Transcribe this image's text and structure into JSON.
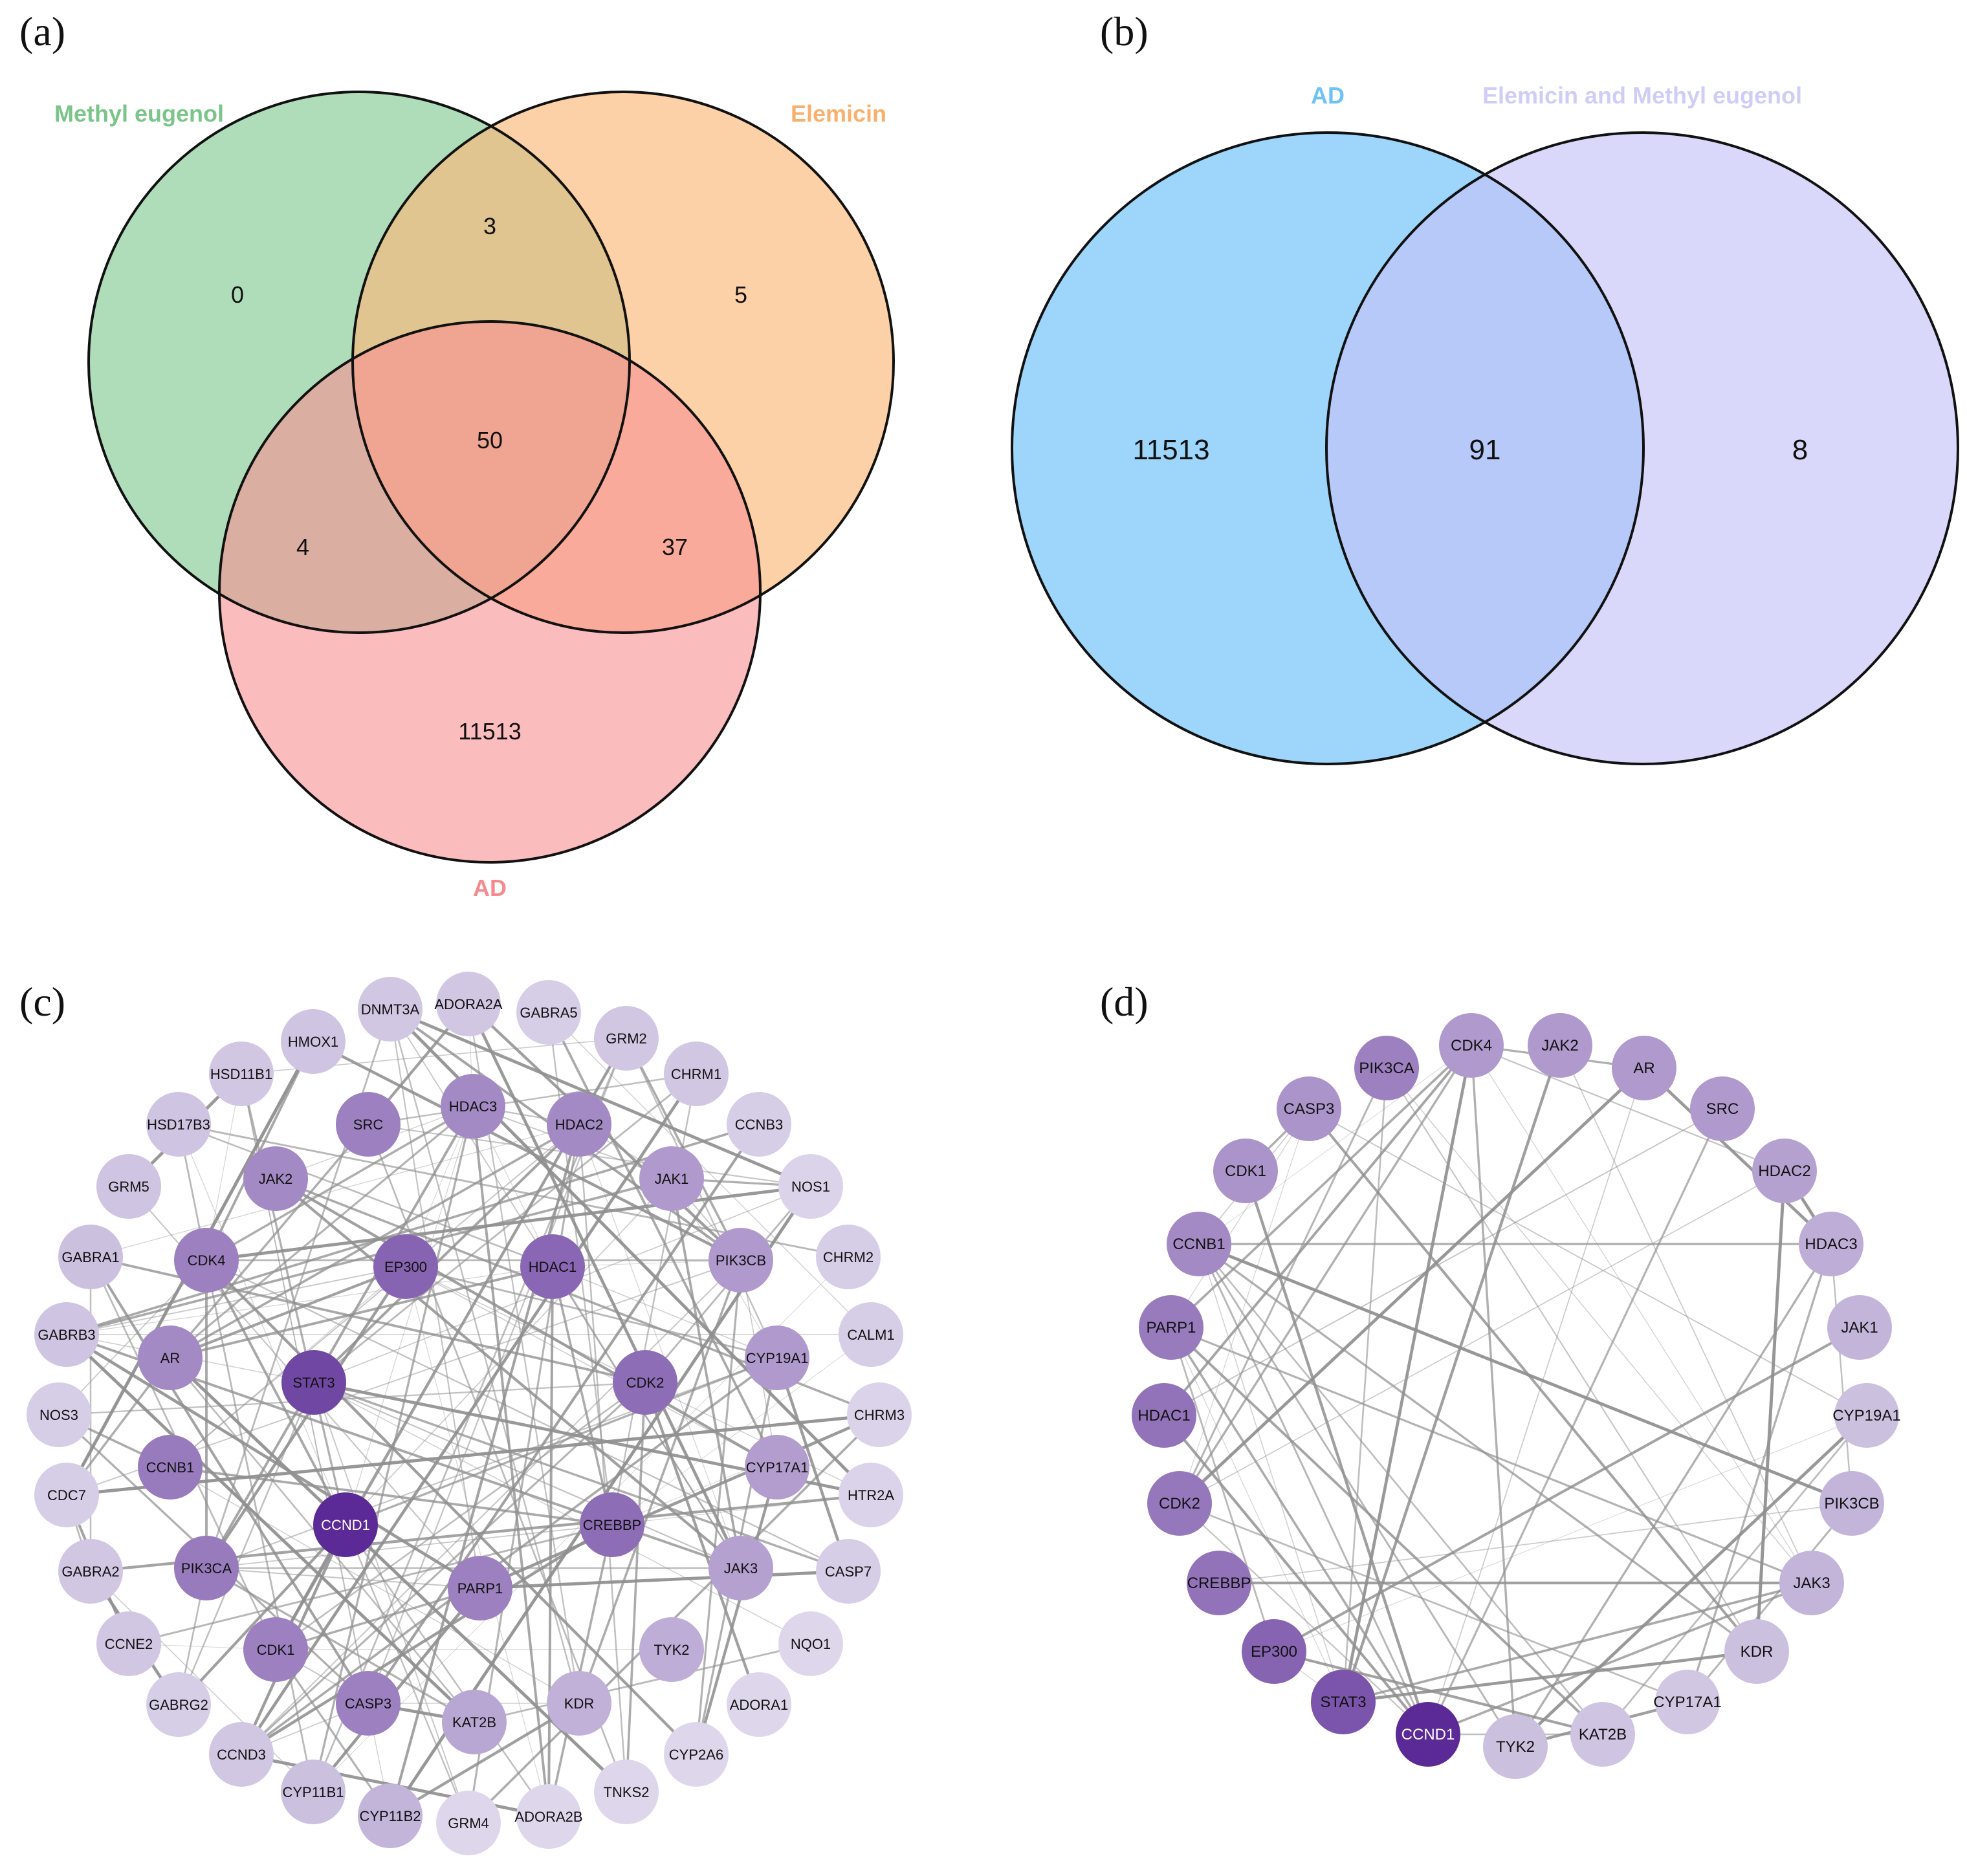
{
  "panels": {
    "a": {
      "label": "(a)",
      "sets": [
        {
          "name": "Methyl eugenol",
          "color": "#8fcf9b"
        },
        {
          "name": "Elemicin",
          "color": "#fbb97a"
        },
        {
          "name": "AD",
          "color": "#f98f92"
        }
      ],
      "regions": {
        "methyl_only": "0",
        "methyl_elemicin": "3",
        "elemicin_only": "5",
        "all_three": "50",
        "methyl_ad": "4",
        "elemicin_ad": "37",
        "ad_only": "11513"
      }
    },
    "b": {
      "label": "(b)",
      "sets": [
        {
          "name": "AD",
          "color": "#4fb3f5"
        },
        {
          "name": "Elemicin and Methyl eugenol",
          "color": "#c4c3f8"
        }
      ],
      "regions": {
        "ad_only": "11513",
        "both": "91",
        "compound_only": "8"
      }
    },
    "c": {
      "label": "(c)",
      "nodes": [
        {
          "id": "HMOX1",
          "level": 0.2
        },
        {
          "id": "DNMT3A",
          "level": 0.18
        },
        {
          "id": "ADORA2A",
          "level": 0.18
        },
        {
          "id": "GABRA5",
          "level": 0.15
        },
        {
          "id": "GRM2",
          "level": 0.18
        },
        {
          "id": "HSD11B1",
          "level": 0.18
        },
        {
          "id": "CHRM1",
          "level": 0.18
        },
        {
          "id": "HSD17B3",
          "level": 0.2
        },
        {
          "id": "SRC",
          "level": 0.55
        },
        {
          "id": "HDAC3",
          "level": 0.5
        },
        {
          "id": "HDAC2",
          "level": 0.5
        },
        {
          "id": "CCNB3",
          "level": 0.15
        },
        {
          "id": "GRM5",
          "level": 0.2
        },
        {
          "id": "JAK2",
          "level": 0.5
        },
        {
          "id": "JAK1",
          "level": 0.42
        },
        {
          "id": "NOS1",
          "level": 0.12
        },
        {
          "id": "GABRA1",
          "level": 0.22
        },
        {
          "id": "CDK4",
          "level": 0.55
        },
        {
          "id": "EP300",
          "level": 0.7
        },
        {
          "id": "HDAC1",
          "level": 0.68
        },
        {
          "id": "PIK3CB",
          "level": 0.42
        },
        {
          "id": "CHRM2",
          "level": 0.15
        },
        {
          "id": "GABRB3",
          "level": 0.2
        },
        {
          "id": "AR",
          "level": 0.5
        },
        {
          "id": "CALM1",
          "level": 0.15
        },
        {
          "id": "STAT3",
          "level": 0.85
        },
        {
          "id": "CDK2",
          "level": 0.65
        },
        {
          "id": "CYP19A1",
          "level": 0.42
        },
        {
          "id": "NOS3",
          "level": 0.15
        },
        {
          "id": "CHRM3",
          "level": 0.12
        },
        {
          "id": "CCNB1",
          "level": 0.58
        },
        {
          "id": "CYP17A1",
          "level": 0.4
        },
        {
          "id": "CDC7",
          "level": 0.15
        },
        {
          "id": "HTR2A",
          "level": 0.12
        },
        {
          "id": "CCND1",
          "level": 1.0
        },
        {
          "id": "CREBBP",
          "level": 0.65
        },
        {
          "id": "GABRA2",
          "level": 0.18
        },
        {
          "id": "PIK3CA",
          "level": 0.58
        },
        {
          "id": "JAK3",
          "level": 0.38
        },
        {
          "id": "CASP7",
          "level": 0.15
        },
        {
          "id": "PARP1",
          "level": 0.55
        },
        {
          "id": "CCNE2",
          "level": 0.18
        },
        {
          "id": "CDK1",
          "level": 0.55
        },
        {
          "id": "TYK2",
          "level": 0.32
        },
        {
          "id": "NQO1",
          "level": 0.1
        },
        {
          "id": "GABRG2",
          "level": 0.15
        },
        {
          "id": "CASP3",
          "level": 0.55
        },
        {
          "id": "KAT2B",
          "level": 0.35
        },
        {
          "id": "KDR",
          "level": 0.3
        },
        {
          "id": "ADORA1",
          "level": 0.1
        },
        {
          "id": "CCND3",
          "level": 0.18
        },
        {
          "id": "CYP2A6",
          "level": 0.1
        },
        {
          "id": "CYP11B1",
          "level": 0.22
        },
        {
          "id": "CYP11B2",
          "level": 0.28
        },
        {
          "id": "TNKS2",
          "level": 0.1
        },
        {
          "id": "GRM4",
          "level": 0.1
        },
        {
          "id": "ADORA2B",
          "level": 0.1
        }
      ]
    },
    "d": {
      "label": "(d)",
      "nodes": [
        {
          "id": "PIK3CA",
          "level": 0.55
        },
        {
          "id": "CDK4",
          "level": 0.42
        },
        {
          "id": "JAK2",
          "level": 0.42
        },
        {
          "id": "AR",
          "level": 0.42
        },
        {
          "id": "SRC",
          "level": 0.42
        },
        {
          "id": "HDAC2",
          "level": 0.38
        },
        {
          "id": "HDAC3",
          "level": 0.32
        },
        {
          "id": "JAK1",
          "level": 0.28
        },
        {
          "id": "CYP19A1",
          "level": 0.22
        },
        {
          "id": "PIK3CB",
          "level": 0.28
        },
        {
          "id": "JAK3",
          "level": 0.28
        },
        {
          "id": "KDR",
          "level": 0.22
        },
        {
          "id": "CYP17A1",
          "level": 0.18
        },
        {
          "id": "KAT2B",
          "level": 0.2
        },
        {
          "id": "TYK2",
          "level": 0.22
        },
        {
          "id": "CCND1",
          "level": 1.0
        },
        {
          "id": "STAT3",
          "level": 0.78
        },
        {
          "id": "EP300",
          "level": 0.7
        },
        {
          "id": "CREBBP",
          "level": 0.62
        },
        {
          "id": "CDK2",
          "level": 0.6
        },
        {
          "id": "HDAC1",
          "level": 0.62
        },
        {
          "id": "PARP1",
          "level": 0.58
        },
        {
          "id": "CCNB1",
          "level": 0.5
        },
        {
          "id": "CDK1",
          "level": 0.45
        },
        {
          "id": "CASP3",
          "level": 0.45
        }
      ]
    }
  }
}
